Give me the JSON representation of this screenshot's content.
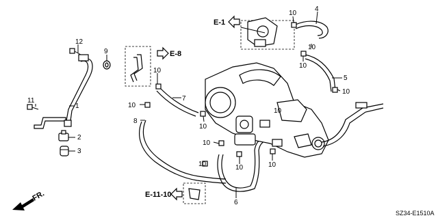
{
  "callouts": {
    "c1": "1",
    "c2": "2",
    "c3": "3",
    "c4": "4",
    "c5": "5",
    "c6": "6",
    "c7": "7",
    "c8": "8",
    "c9": "9",
    "c11": "11",
    "c12": "12",
    "c10a": "10",
    "c10b": "10",
    "c10c": "10",
    "c10d": "10",
    "c10e": "10",
    "c10f": "10",
    "c10g": "10",
    "c10h": "10",
    "c10i": "10",
    "c10j": "10",
    "c10k": "10",
    "c10l": "10"
  },
  "refs": {
    "e1": "E-1",
    "e8": "E-8",
    "e1110": "E-11-10"
  },
  "direction_label": "FR.",
  "diagram_code": "SZ34-E1510A"
}
